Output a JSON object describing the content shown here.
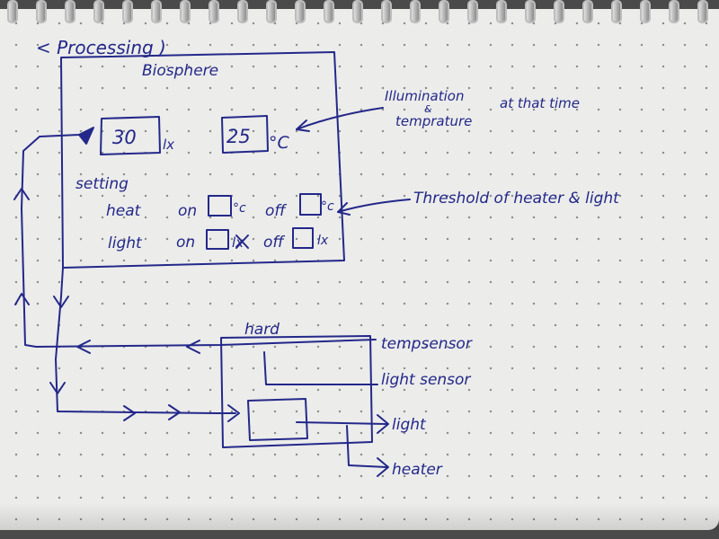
{
  "processing_label": "< Processing )",
  "biosphere": {
    "title": "Biosphere",
    "illumination_value": "30",
    "illumination_unit": "lx",
    "temperature_value": "25",
    "temperature_unit": "°C",
    "setting_label": "setting",
    "heat_label": "heat",
    "heat_on": "on",
    "heat_on_unit": "°c",
    "heat_off": "off",
    "heat_off_unit": "°c",
    "light_label": "light",
    "light_on": "on",
    "light_on_unit": "lx",
    "light_off": "off",
    "light_off_unit": "lx"
  },
  "annotations": {
    "illumination": "Illumination",
    "ampersand": "&",
    "temperature": "temprature",
    "at_that_time": "at that time",
    "threshold": "Threshold of heater & light"
  },
  "hardware": {
    "label": "hard",
    "temp_sensor": "tempsensor",
    "light_sensor": "light sensor",
    "light_out": "light",
    "heater_out": "heater"
  },
  "colors": {
    "ink": "#23288a",
    "paper": "#ececea"
  }
}
